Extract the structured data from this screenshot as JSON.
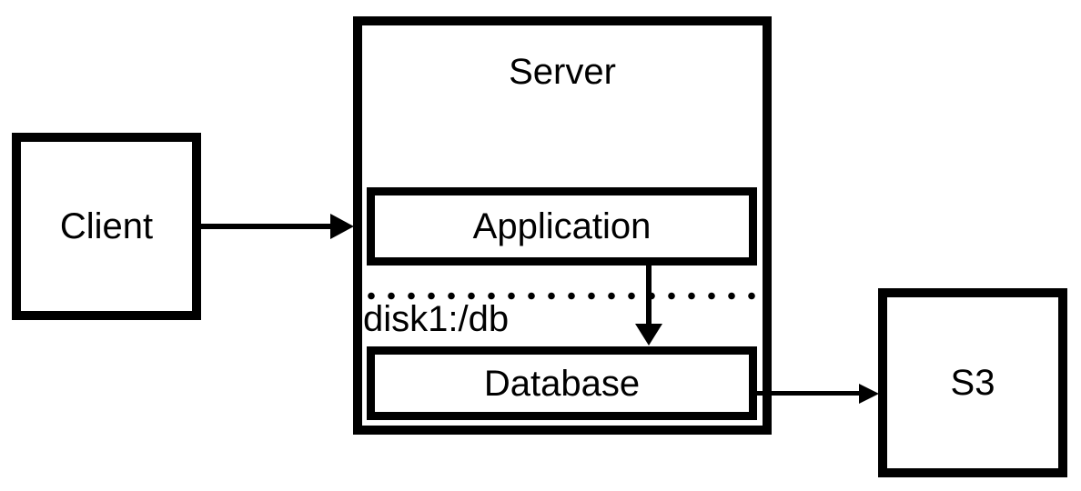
{
  "diagram": {
    "type": "architecture-diagram",
    "background_color": "#ffffff",
    "stroke_color": "#000000",
    "nodes": {
      "client": {
        "label": "Client",
        "shape": "rect"
      },
      "server": {
        "label": "Server",
        "shape": "rect-container"
      },
      "application": {
        "label": "Application",
        "shape": "rect",
        "parent": "Server"
      },
      "database": {
        "label": "Database",
        "shape": "rect",
        "parent": "Server"
      },
      "s3": {
        "label": "S3",
        "shape": "rect"
      }
    },
    "annotations": {
      "disk_path": {
        "label": "disk1:/db",
        "attached_to": "server-divider"
      }
    },
    "dividers": [
      {
        "name": "server-storage-divider",
        "style": "dotted",
        "inside": "Server"
      }
    ],
    "edges": [
      {
        "from": "Client",
        "to": "Application",
        "style": "solid-arrow",
        "direction": "right"
      },
      {
        "from": "Application",
        "to": "Database",
        "style": "solid-arrow",
        "direction": "down"
      },
      {
        "from": "Database",
        "to": "S3",
        "style": "solid-arrow",
        "direction": "right"
      }
    ]
  }
}
